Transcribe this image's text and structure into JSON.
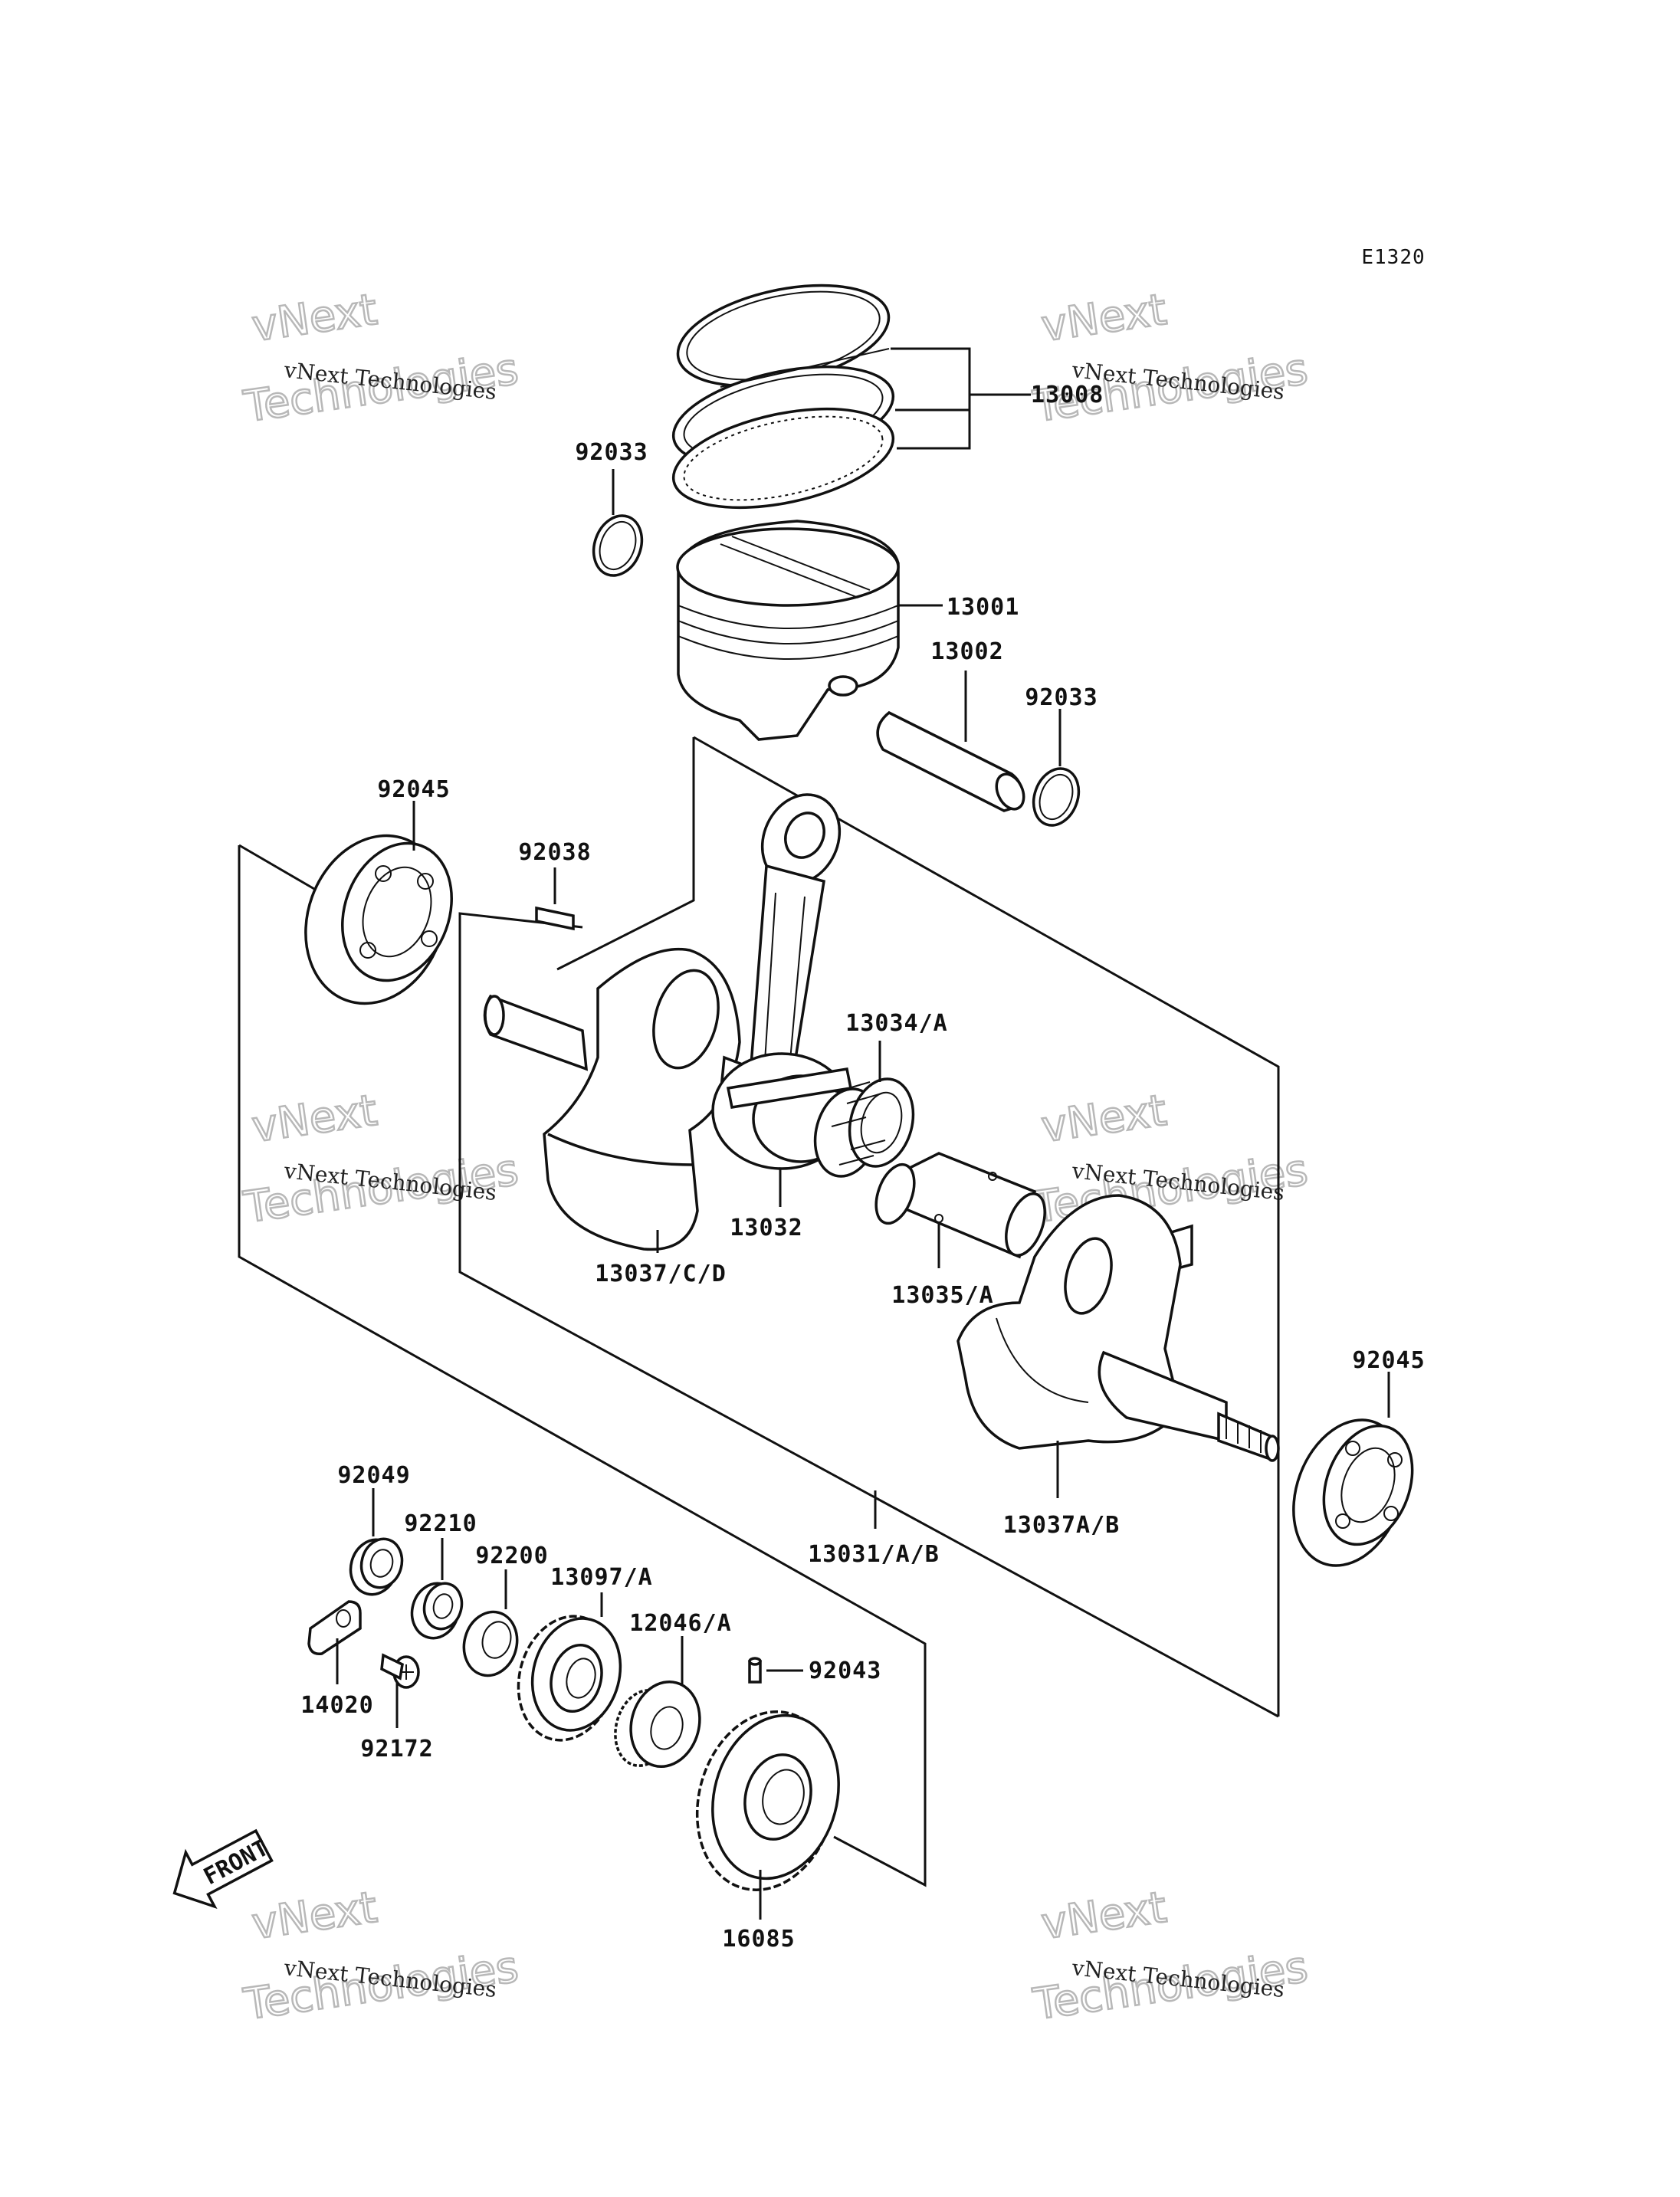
{
  "diagram_code": "E1320",
  "parts": {
    "p13008": "13008",
    "p92033_left": "92033",
    "p13001": "13001",
    "p13002": "13002",
    "p92033_right": "92033",
    "p92045_left": "92045",
    "p92038": "92038",
    "p13034": "13034/A",
    "p13032": "13032",
    "p13037cd": "13037/C/D",
    "p13035": "13035/A",
    "p92045_right": "92045",
    "p92049": "92049",
    "p92210": "92210",
    "p92200": "92200",
    "p13097": "13097/A",
    "p13031": "13031/A/B",
    "p13037ab": "13037A/B",
    "p12046": "12046/A",
    "p92043": "92043",
    "p14020": "14020",
    "p92172": "92172",
    "p16085": "16085"
  },
  "front_label": "FRONT",
  "watermark": {
    "line1": "vNext Technologies",
    "big1": "vNext",
    "big2": "Technologies"
  },
  "icons": [
    "front-arrow-icon",
    "piston-ring-icon",
    "piston-icon",
    "crankshaft-icon",
    "ball-bearing-icon",
    "gear-icon"
  ]
}
